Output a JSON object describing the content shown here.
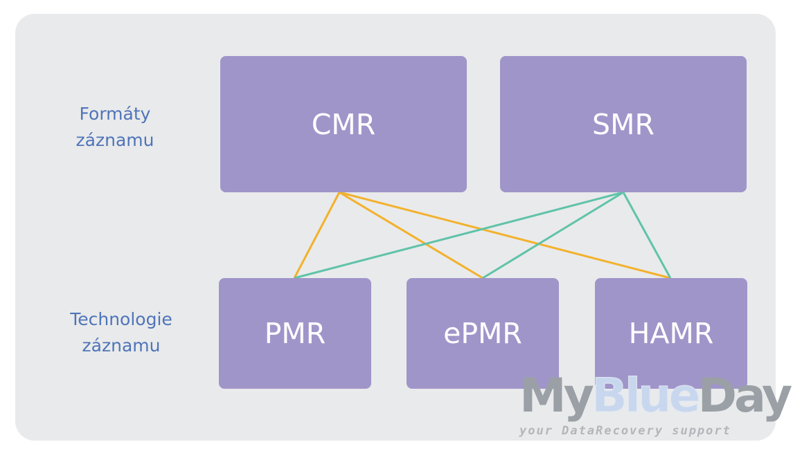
{
  "labels": {
    "formats_line1": "Formáty",
    "formats_line2": "záznamu",
    "tech_line1": "Technologie",
    "tech_line2": "záznamu"
  },
  "nodes": {
    "cmr": "CMR",
    "smr": "SMR",
    "pmr": "PMR",
    "epmr": "ePMR",
    "hamr": "HAMR"
  },
  "links": [
    {
      "from": "CMR",
      "to": "PMR",
      "color": "#f3b12b"
    },
    {
      "from": "CMR",
      "to": "ePMR",
      "color": "#f3b12b"
    },
    {
      "from": "CMR",
      "to": "HAMR",
      "color": "#f3b12b"
    },
    {
      "from": "SMR",
      "to": "PMR",
      "color": "#5fc3a9"
    },
    {
      "from": "SMR",
      "to": "ePMR",
      "color": "#5fc3a9"
    },
    {
      "from": "SMR",
      "to": "HAMR",
      "color": "#5fc3a9"
    }
  ],
  "colors": {
    "node_fill": "#a095c9",
    "label_text": "#4f74b9",
    "panel_bg": "#e9eaeb"
  },
  "watermark": {
    "my": "My",
    "blue": "Blue",
    "day": "Day!",
    "tagline": "your DataRecovery support"
  }
}
